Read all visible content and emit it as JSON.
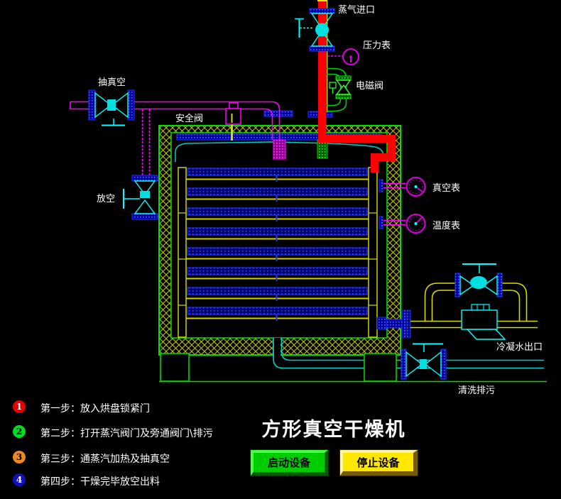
{
  "title": {
    "text": "方形真空干燥机",
    "color": "#ffffff"
  },
  "diagram": {
    "labels": {
      "steam_inlet": "蒸气进口",
      "pressure_gauge": "压力表",
      "solenoid_valve": "电磁阀",
      "vacuum_suction": "抽真空",
      "safety_valve": "安全阀",
      "vent": "放空",
      "vacuum_gauge": "真空表",
      "temperature_gauge": "温度表",
      "condensate_outlet": "冷凝水出口",
      "flush_drain": "清洗排污"
    },
    "colors": {
      "steam_pipe": "#ff0000",
      "vacuum_pipe": "#ff00ff",
      "water_pipe": "#00cccc",
      "condensate_pipe": "#d8d800",
      "valve_body": "#00ffff",
      "solenoid": "#33ff33",
      "flange": "#0000aa",
      "insulation_hatch": "#c8c800",
      "vessel_outline": "#00e000",
      "shelf_blue": "#2233ff",
      "gauge": "#cc00cc"
    }
  },
  "steps": [
    {
      "num": "1",
      "badge_color": "#e60000",
      "num_color": "#ffffff",
      "text": "第一步：放入烘盘锁紧门"
    },
    {
      "num": "2",
      "badge_color": "#00dd22",
      "num_color": "#000000",
      "text": "第二步：打开蒸汽阀门及旁通阀门\\排污"
    },
    {
      "num": "3",
      "badge_color": "#ee8822",
      "num_color": "#000000",
      "text": "第三步：通蒸汽加热及抽真空"
    },
    {
      "num": "4",
      "badge_color": "#1111bb",
      "num_color": "#ffffff",
      "text": "第四步：干燥完毕放空出料"
    }
  ],
  "buttons": {
    "start": {
      "label": "启动设备",
      "face_color": "#00cc00"
    },
    "stop": {
      "label": "停止设备",
      "face_color": "#ffe800"
    }
  }
}
